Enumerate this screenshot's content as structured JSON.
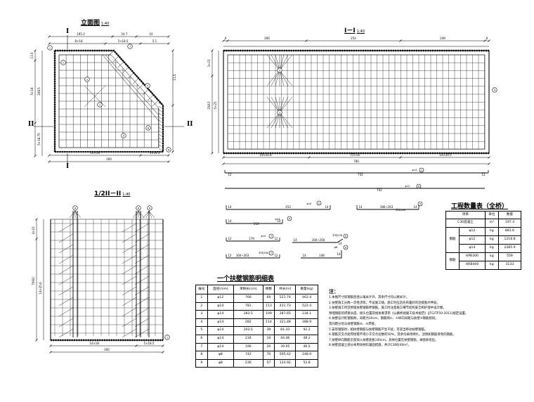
{
  "elevation": {
    "title": "立面图",
    "scale": "1:40",
    "section_mark": "I",
    "side_mark": "II",
    "dims_top": [
      "195.3",
      "54.7",
      "10"
    ],
    "dims_top2": [
      "8×18",
      "5×18.5",
      "5.1"
    ],
    "dims_left": [
      "13.5",
      "5×18",
      "208.5",
      "5×18.75"
    ],
    "dims_right": [
      "11.5"
    ],
    "dims_bottom": [
      "14×18",
      "5×18.5"
    ],
    "total_width": "260"
  },
  "section1": {
    "title": "I－I",
    "scale": "1:40",
    "dims_top": [
      "6",
      "260",
      "254",
      "249",
      "6"
    ],
    "dims_mid": [
      "3×15",
      "7×16.9",
      "16.5"
    ],
    "dims_bottom": [
      "14×20.8",
      "15×18",
      "14×20.5"
    ],
    "left_dims": [
      "258.5",
      "5×25"
    ],
    "total_width": "780"
  },
  "section2": {
    "title": "1/2II－II",
    "scale": "1:40",
    "left_dims": [
      "4×10",
      "709/2",
      "14×25.6"
    ],
    "dims_bottom": [
      "14×18",
      "5×18.5"
    ],
    "total_width": "260"
  },
  "bars": [
    {
      "left": "12",
      "mid": "742",
      "right": "12",
      "spec": "φ14"
    },
    {
      "mid": "742",
      "spec": "φ12"
    },
    {
      "left": "14",
      "mid": "253",
      "right": "14",
      "spec": "φ14"
    },
    {
      "left": "14",
      "mid": "186~263",
      "right": "14",
      "spec": "平均286"
    },
    {
      "left": "14",
      "mid": "254",
      "right": "14",
      "spec": "φ14"
    },
    {
      "left": "14",
      "mid": "160~260",
      "right": "14",
      "spec": "平均228"
    },
    {
      "left": "12",
      "mid": "179",
      "right": "12",
      "spec": "φ14"
    },
    {
      "left": "12",
      "mid": "160~263",
      "right": "12",
      "spec": "平均260"
    },
    {
      "left": "14",
      "mid": "148",
      "right": "14",
      "spec": "φ8"
    }
  ],
  "rebar_table": {
    "title": "一个扶壁钢筋明细表",
    "headers": [
      "编号",
      "直径(mm)",
      "单根长(cm)",
      "根数",
      "共长(m)",
      "重量(kg)"
    ],
    "rows": [
      [
        "1",
        "φ12",
        "766",
        "69",
        "521.74",
        "462.4"
      ],
      [
        "2",
        "φ14",
        "781",
        "113",
        "431.73",
        "522.4"
      ],
      [
        "3",
        "φ14",
        "283.5",
        "109",
        "287.65",
        "234.1"
      ],
      [
        "4",
        "φ14",
        "282",
        "114",
        "321.48",
        "388.9"
      ],
      [
        "5",
        "φ14",
        "203.5",
        "39",
        "81.33",
        "92.2"
      ],
      [
        "6",
        "φ14",
        "234",
        "19",
        "44.46",
        "48.2"
      ],
      [
        "7",
        "φ14",
        "196",
        "20",
        "39.05",
        "46.5"
      ],
      [
        "8",
        "φ8",
        "742",
        "70",
        "505.42",
        "248.9"
      ],
      [
        "9",
        "φ8",
        "236",
        "57",
        "133.92",
        "52.8"
      ]
    ]
  },
  "qty_table": {
    "title": "工程数量表（全桥）",
    "headers": [
      "项目",
      "单位",
      "数量"
    ],
    "rows": [
      [
        "C30混凝土",
        "m³",
        "197.3"
      ],
      [
        "φ12",
        "kg",
        "881.6"
      ],
      [
        "φ12",
        "kg",
        "1218.8"
      ],
      [
        "φ14",
        "kg",
        "2385.9"
      ],
      [
        "HPB300",
        "kg",
        "559"
      ],
      [
        "HRB400",
        "kg",
        "3133"
      ]
    ],
    "group_label": "钢筋"
  },
  "notes": {
    "title": "注：",
    "lines": [
      "1.本图尺寸除钢筋直径以毫米计外，其余尺寸均以厘米计。",
      "2.扶壁施工分两一次性浇筑，不设施工缝。施工时应首先布置好的连接筋外伸处。",
      "3.扶壁施工时宜预埋扶壁钢筋伸钢筋。施工时注意施工细节结构安全和护理中设计图。",
      "   预埋钢筋的焊接长度、接头位置及相关要求参《公路桥涵施工技术规范》(JTG/TF50-2011)规定设置。",
      "4.扶壁设计桩钢筋网，间距为10cm，钢筋网①、②纵向间距与扶壁⑤钢筋相同。",
      "   其间距分别与扶壁钢筋⑥、⑨焊接。",
      "5.安装钢筋时，如扶壁钢筋与扶壁钢筋产生干扰，可适当移动扶壁钢筋。",
      "6.钢筋交叉点处焊接需不得小于交点总数的50%，其余均采用绑扎，注明如钢筋骨架的钢筋。",
      "7.扶壁纵向钢筋全部加入扶壁底板100cm。具体位置见扶壁钢筋，本图未绘出。",
      "8.扶壁混凝土部分采用同材料凝固措施，共计C30砼40m³。"
    ]
  }
}
